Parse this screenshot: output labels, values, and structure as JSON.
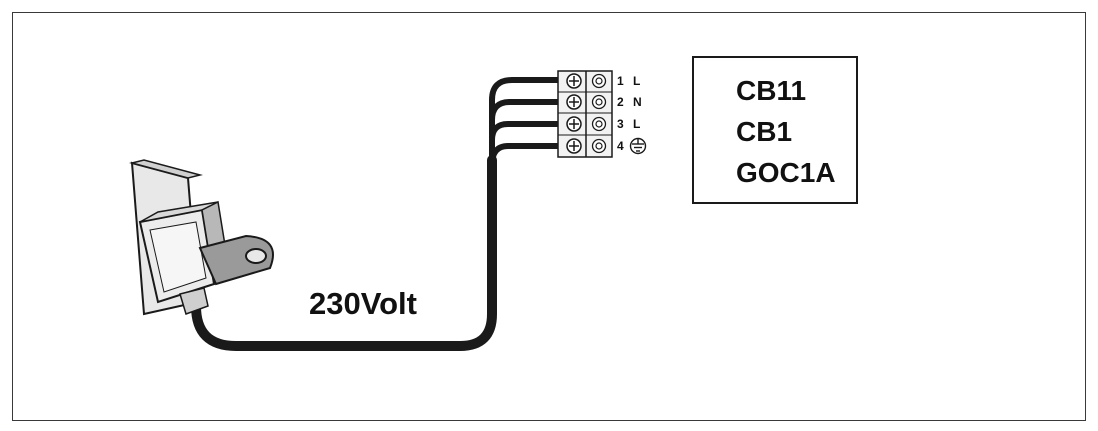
{
  "voltage_label": "230Volt",
  "models": [
    "CB11",
    "CB1",
    "GOC1A"
  ],
  "terminals": [
    {
      "number": "1",
      "label": "L"
    },
    {
      "number": "2",
      "label": "N"
    },
    {
      "number": "3",
      "label": "L"
    },
    {
      "number": "4",
      "label": "",
      "icon": "ground-symbol-icon"
    }
  ],
  "colors": {
    "cable": "#1a1a1a",
    "plug_fill": "#e6e6e6",
    "plug_shade": "#9a9a9a",
    "frame": "#3a3a3a"
  }
}
